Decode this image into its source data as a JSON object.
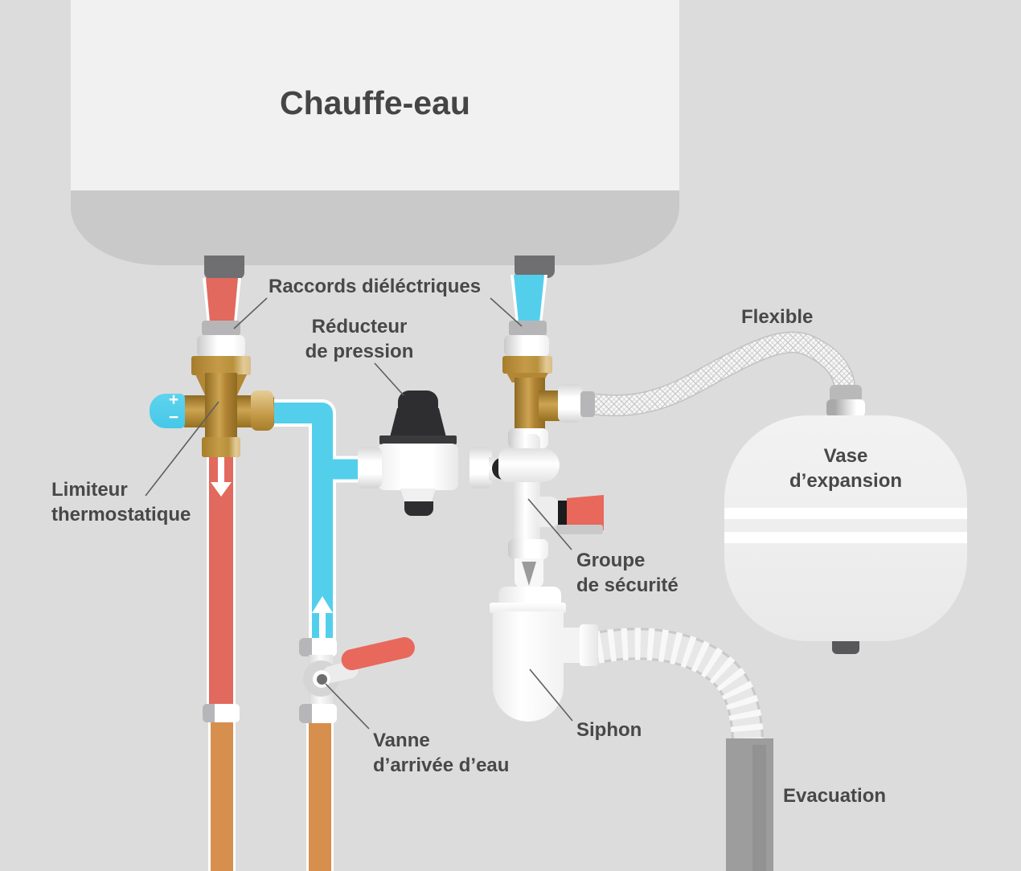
{
  "title": "Chauffe-eau",
  "labels": {
    "raccords": "Raccords diéléctriques",
    "reducteur": [
      "Réducteur",
      "de pression"
    ],
    "flexible": "Flexible",
    "limiteur": [
      "Limiteur",
      "thermostatique"
    ],
    "groupe": [
      "Groupe",
      "de sécurité"
    ],
    "vase": [
      "Vase",
      "d’expansion"
    ],
    "vanne": [
      "Vanne",
      "d’arrivée d’eau"
    ],
    "siphon": "Siphon",
    "evacuation": "Evacuation"
  },
  "knob": {
    "plus": "+",
    "minus": "−"
  },
  "colors": {
    "background": "#dcdcdd",
    "tank_body": "#f1f1f2",
    "tank_bottom": "#c9c9ca",
    "hot_water": "#e2695d",
    "cold_water": "#53cfec",
    "copper_pipe": "#d78f4d",
    "brass": "#bb923f",
    "valve_handle_red": "#e8685c",
    "knob_cyan": "#58d1ee",
    "label_text": "#484848",
    "dark_fitting": "#2e2e31",
    "evacuation_gray": "#9d9d9d"
  }
}
